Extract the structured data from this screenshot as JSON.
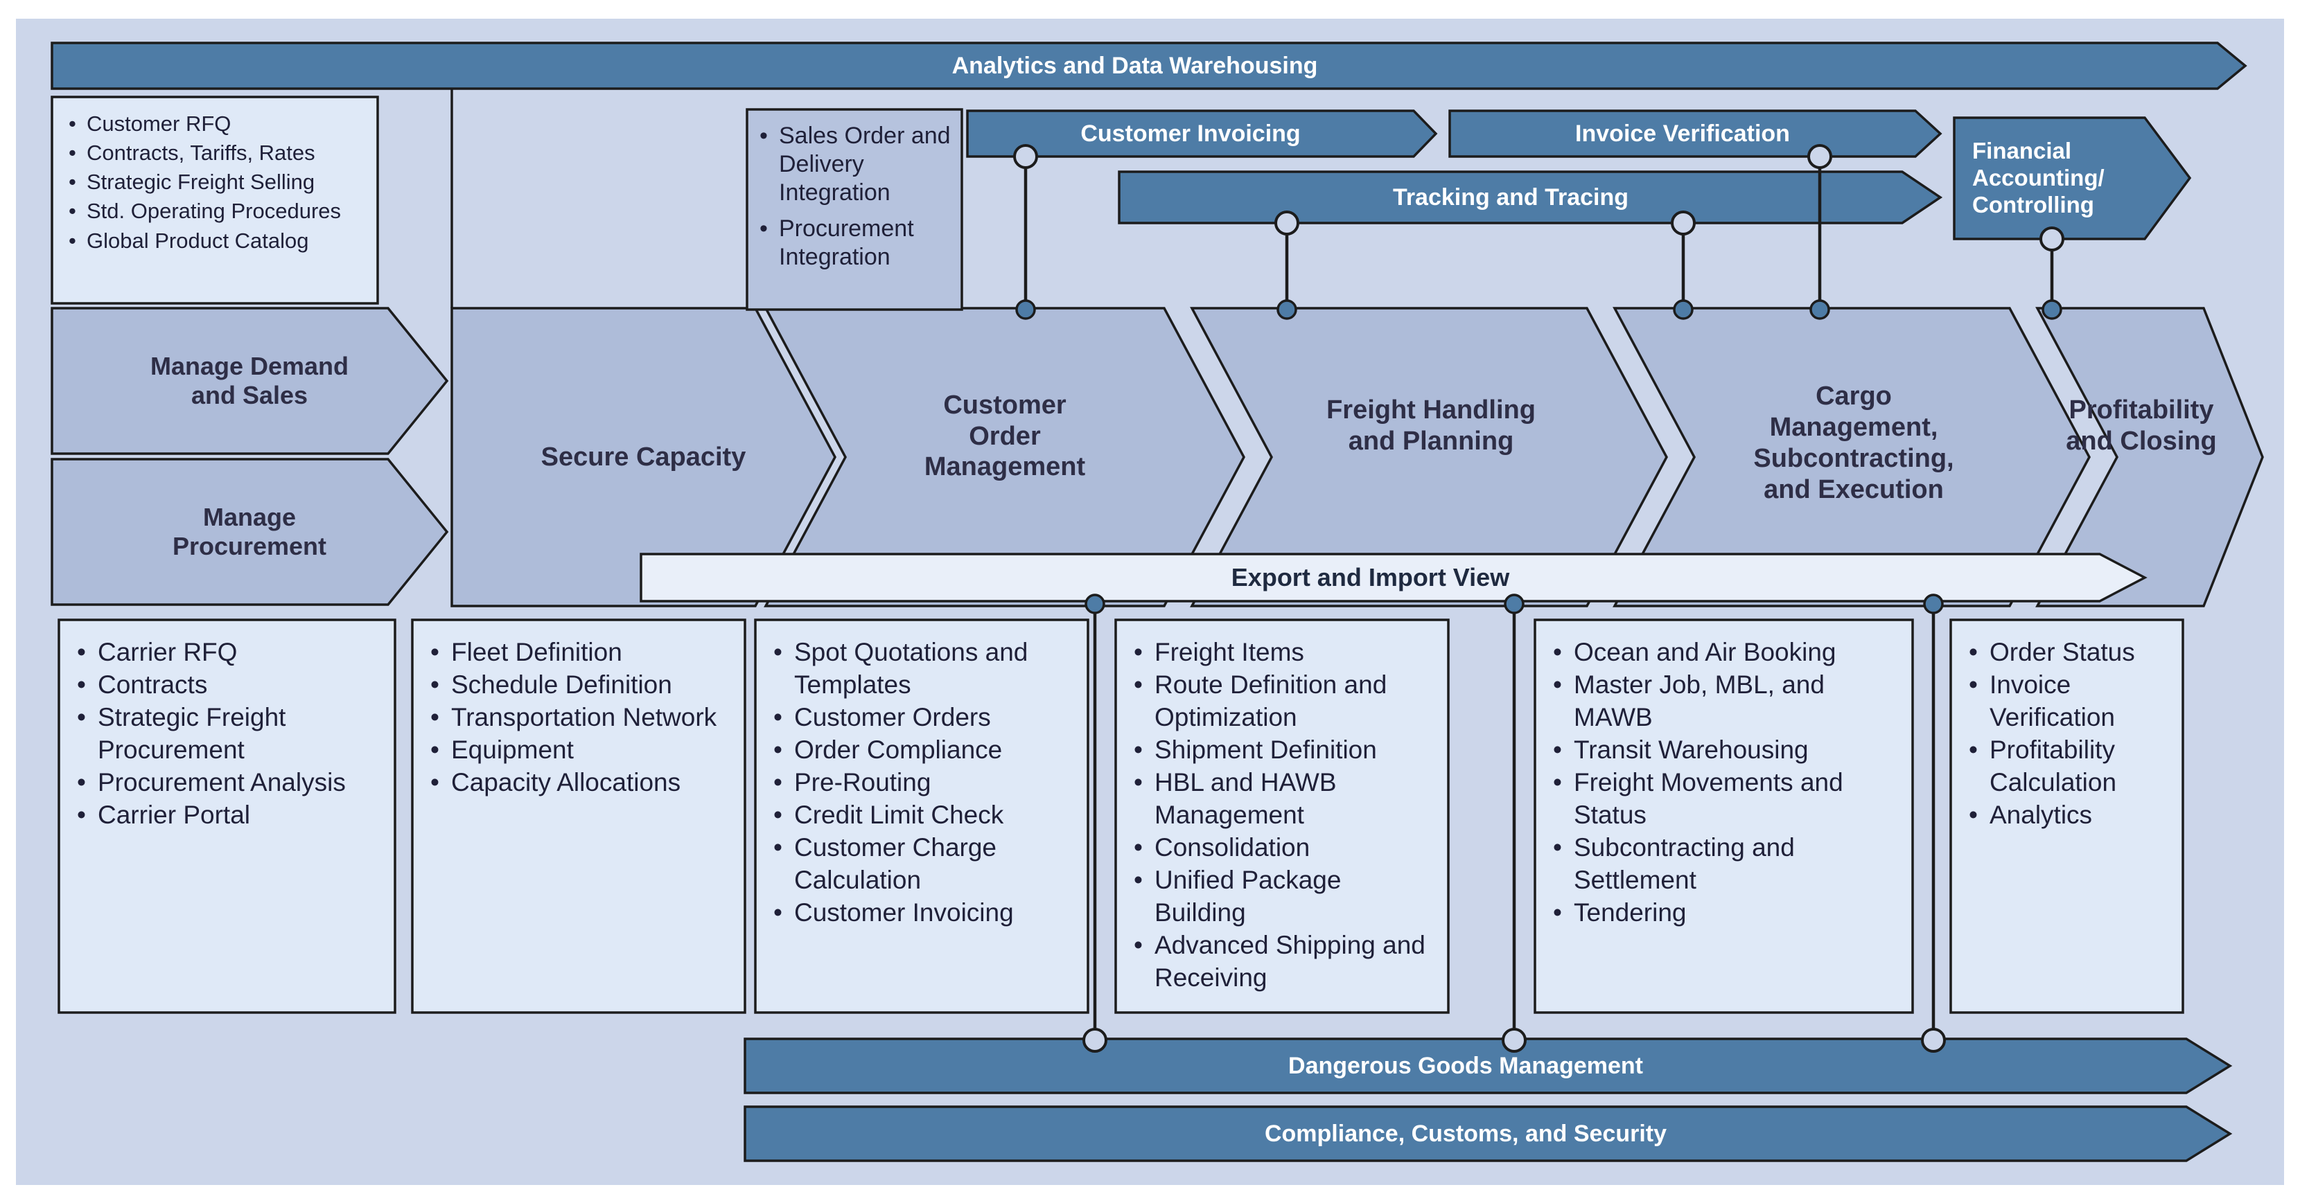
{
  "title_banner": {
    "label": "Analytics and Data Warehousing"
  },
  "top_left_box": {
    "items": [
      "Customer RFQ",
      "Contracts, Tariffs, Rates",
      "Strategic Freight Selling",
      "Std. Operating Procedures",
      "Global Product Catalog"
    ]
  },
  "integration_box": {
    "items": [
      "Sales Order and Delivery Integration",
      "Procurement Integration"
    ]
  },
  "top_arrows": {
    "customer_invoicing": "Customer Invoicing",
    "invoice_verification": "Invoice Verification",
    "tracking_and_tracing": "Tracking and Tracing",
    "financial_accounting_controlling": "Financial\nAccounting/\nControlling"
  },
  "process_chevrons": [
    {
      "label": "Manage Demand\nand Sales"
    },
    {
      "label": "Manage\nProcurement"
    },
    {
      "label": "Secure Capacity"
    },
    {
      "label": "Customer\nOrder\nManagement"
    },
    {
      "label": "Freight Handling\nand Planning"
    },
    {
      "label": "Cargo\nManagement,\nSubcontracting,\nand Execution"
    },
    {
      "label": "Profitability\nand Closing"
    }
  ],
  "export_import_arrow": {
    "label": "Export and Import View"
  },
  "bottom_columns": [
    {
      "items": [
        "Carrier RFQ",
        "Contracts",
        "Strategic Freight Procurement",
        "Procurement Analysis",
        "Carrier Portal"
      ]
    },
    {
      "items": [
        "Fleet Definition",
        "Schedule Definition",
        "Transportation Network",
        "Equipment",
        "Capacity Allocations"
      ]
    },
    {
      "items": [
        "Spot Quotations and Templates",
        "Customer Orders",
        "Order Compliance",
        "Pre-Routing",
        "Credit Limit Check",
        "Customer Charge Calculation",
        "Customer Invoicing"
      ]
    },
    {
      "items": [
        "Freight Items",
        "Route Definition and Optimization",
        "Shipment Definition",
        "HBL and HAWB Management",
        "Consolidation",
        "Unified Package Building",
        "Advanced Shipping and Receiving"
      ]
    },
    {
      "items": [
        "Ocean and Air Booking",
        "Master Job, MBL, and MAWB",
        "Transit Warehousing",
        "Freight Movements and Status",
        "Subcontracting and Settlement",
        "Tendering"
      ]
    },
    {
      "items": [
        "Order Status",
        "Invoice Verification",
        "Profitability Calculation",
        "Analytics"
      ]
    }
  ],
  "bottom_arrows": {
    "dangerous_goods": "Dangerous Goods Management",
    "compliance": "Compliance, Customs, and Security"
  },
  "bullet_glyph": "•",
  "colors": {
    "page": "#ffffff",
    "panel_background": "#ccd6ea",
    "dark_arrow": "#4e7ca6",
    "chevron_fill": "#aebcd9",
    "light_box": "#dfe9f7",
    "integration_box_fill": "#b6c3de",
    "export_arrow_fill": "#e9eff9",
    "outline": "#1c1c1c",
    "text_dark": "#1f2038",
    "text_light": "#ffffff"
  }
}
